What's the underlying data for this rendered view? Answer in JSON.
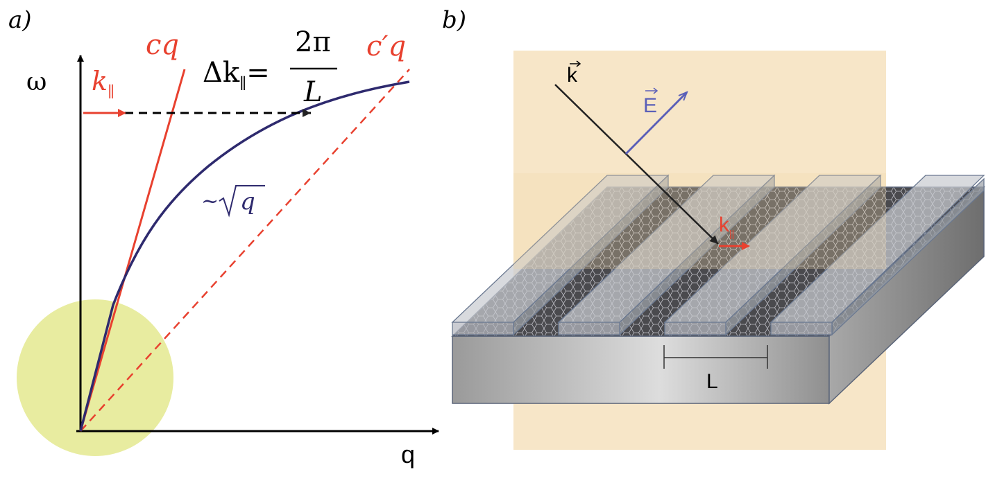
{
  "panel_a": {
    "label": "a)",
    "y_axis_label": "ω",
    "x_axis_label": "q",
    "k_parallel_label": "k",
    "k_parallel_subscript": "∥",
    "light_line_1_label": "cq",
    "light_line_2_label": "c′q",
    "delta_k_left": "Δk",
    "delta_k_subscript": "∥",
    "delta_k_equals": "=",
    "delta_k_numerator": "2π",
    "delta_k_denominator": "L",
    "curve_label_tilde": "~",
    "curve_label_q": "q"
  },
  "panel_b": {
    "label": "b)",
    "wave_vector_label": "k",
    "field_label": "E",
    "k_parallel_label": "k",
    "k_parallel_subscript": "||",
    "period_label": "L"
  },
  "colors": {
    "red": "#e8412f",
    "navy": "#2e2a6e",
    "yellow_circle": "#e8eca0",
    "beige_plane": "#f7e6c8",
    "blue_arrow": "#5a5fb8"
  }
}
